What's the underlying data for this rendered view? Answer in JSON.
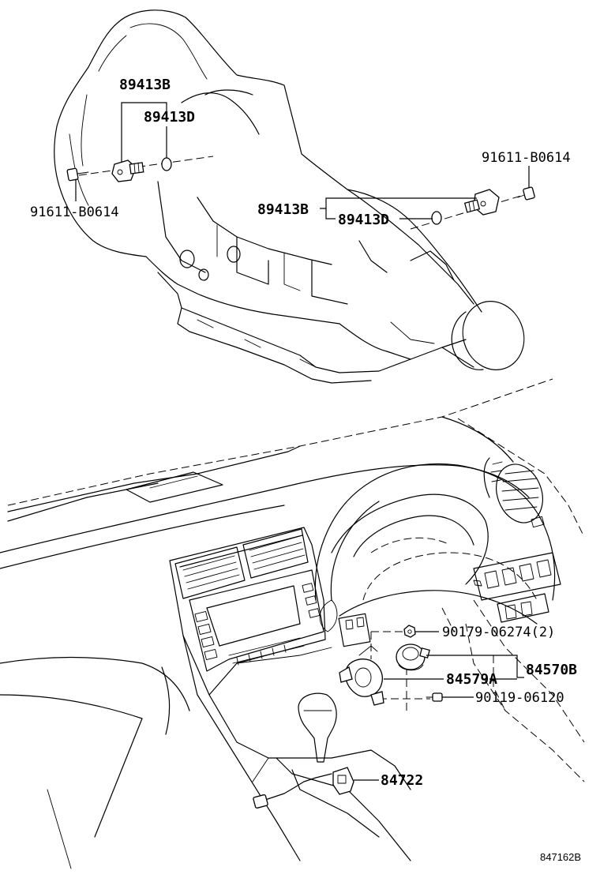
{
  "labels": {
    "trans_left_sensor": "89413B",
    "trans_left_oring": "89413D",
    "trans_left_bolt": "91611-B0614",
    "trans_right_bolt": "91611-B0614",
    "trans_right_sensor": "89413B",
    "trans_right_oring": "89413D",
    "nut": "90179-06274(2)",
    "switch_assy": "84570B",
    "switch_sub": "84579A",
    "screw": "90119-06120",
    "shift_switch": "84722"
  },
  "diagram_ref": "847162B"
}
